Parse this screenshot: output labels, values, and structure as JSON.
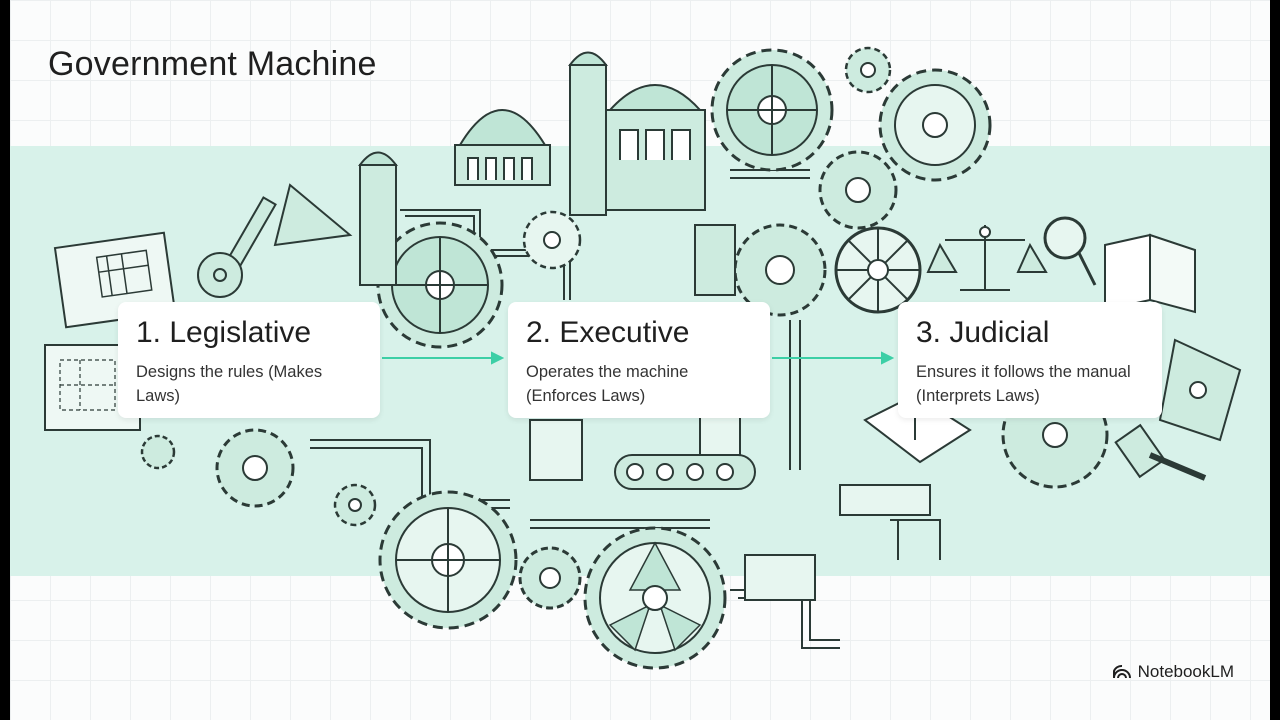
{
  "title": "Government Machine",
  "cards": [
    {
      "heading": "1. Legislative",
      "text": "Designs the rules (Makes Laws)"
    },
    {
      "heading": "2. Executive",
      "text": "Operates the machine (Enforces Laws)"
    },
    {
      "heading": "3. Judicial",
      "text": "Ensures it follows the manual (Interprets Laws)"
    }
  ],
  "brand": {
    "name": "NotebookLM",
    "icon": "notebooklm-logo-icon"
  },
  "colors": {
    "band": "#d8f2ea",
    "ink": "#2b3a36",
    "fill": "#a9dcc8",
    "arrow": "#3ccfa6"
  },
  "illustration": {
    "icons": [
      "gear-icon",
      "dome-building-icon",
      "tower-icon",
      "scales-of-justice-icon",
      "magnifier-icon",
      "open-book-icon",
      "gavel-icon",
      "blueprint-icon",
      "pipe-icon",
      "conveyor-belt-icon"
    ]
  }
}
